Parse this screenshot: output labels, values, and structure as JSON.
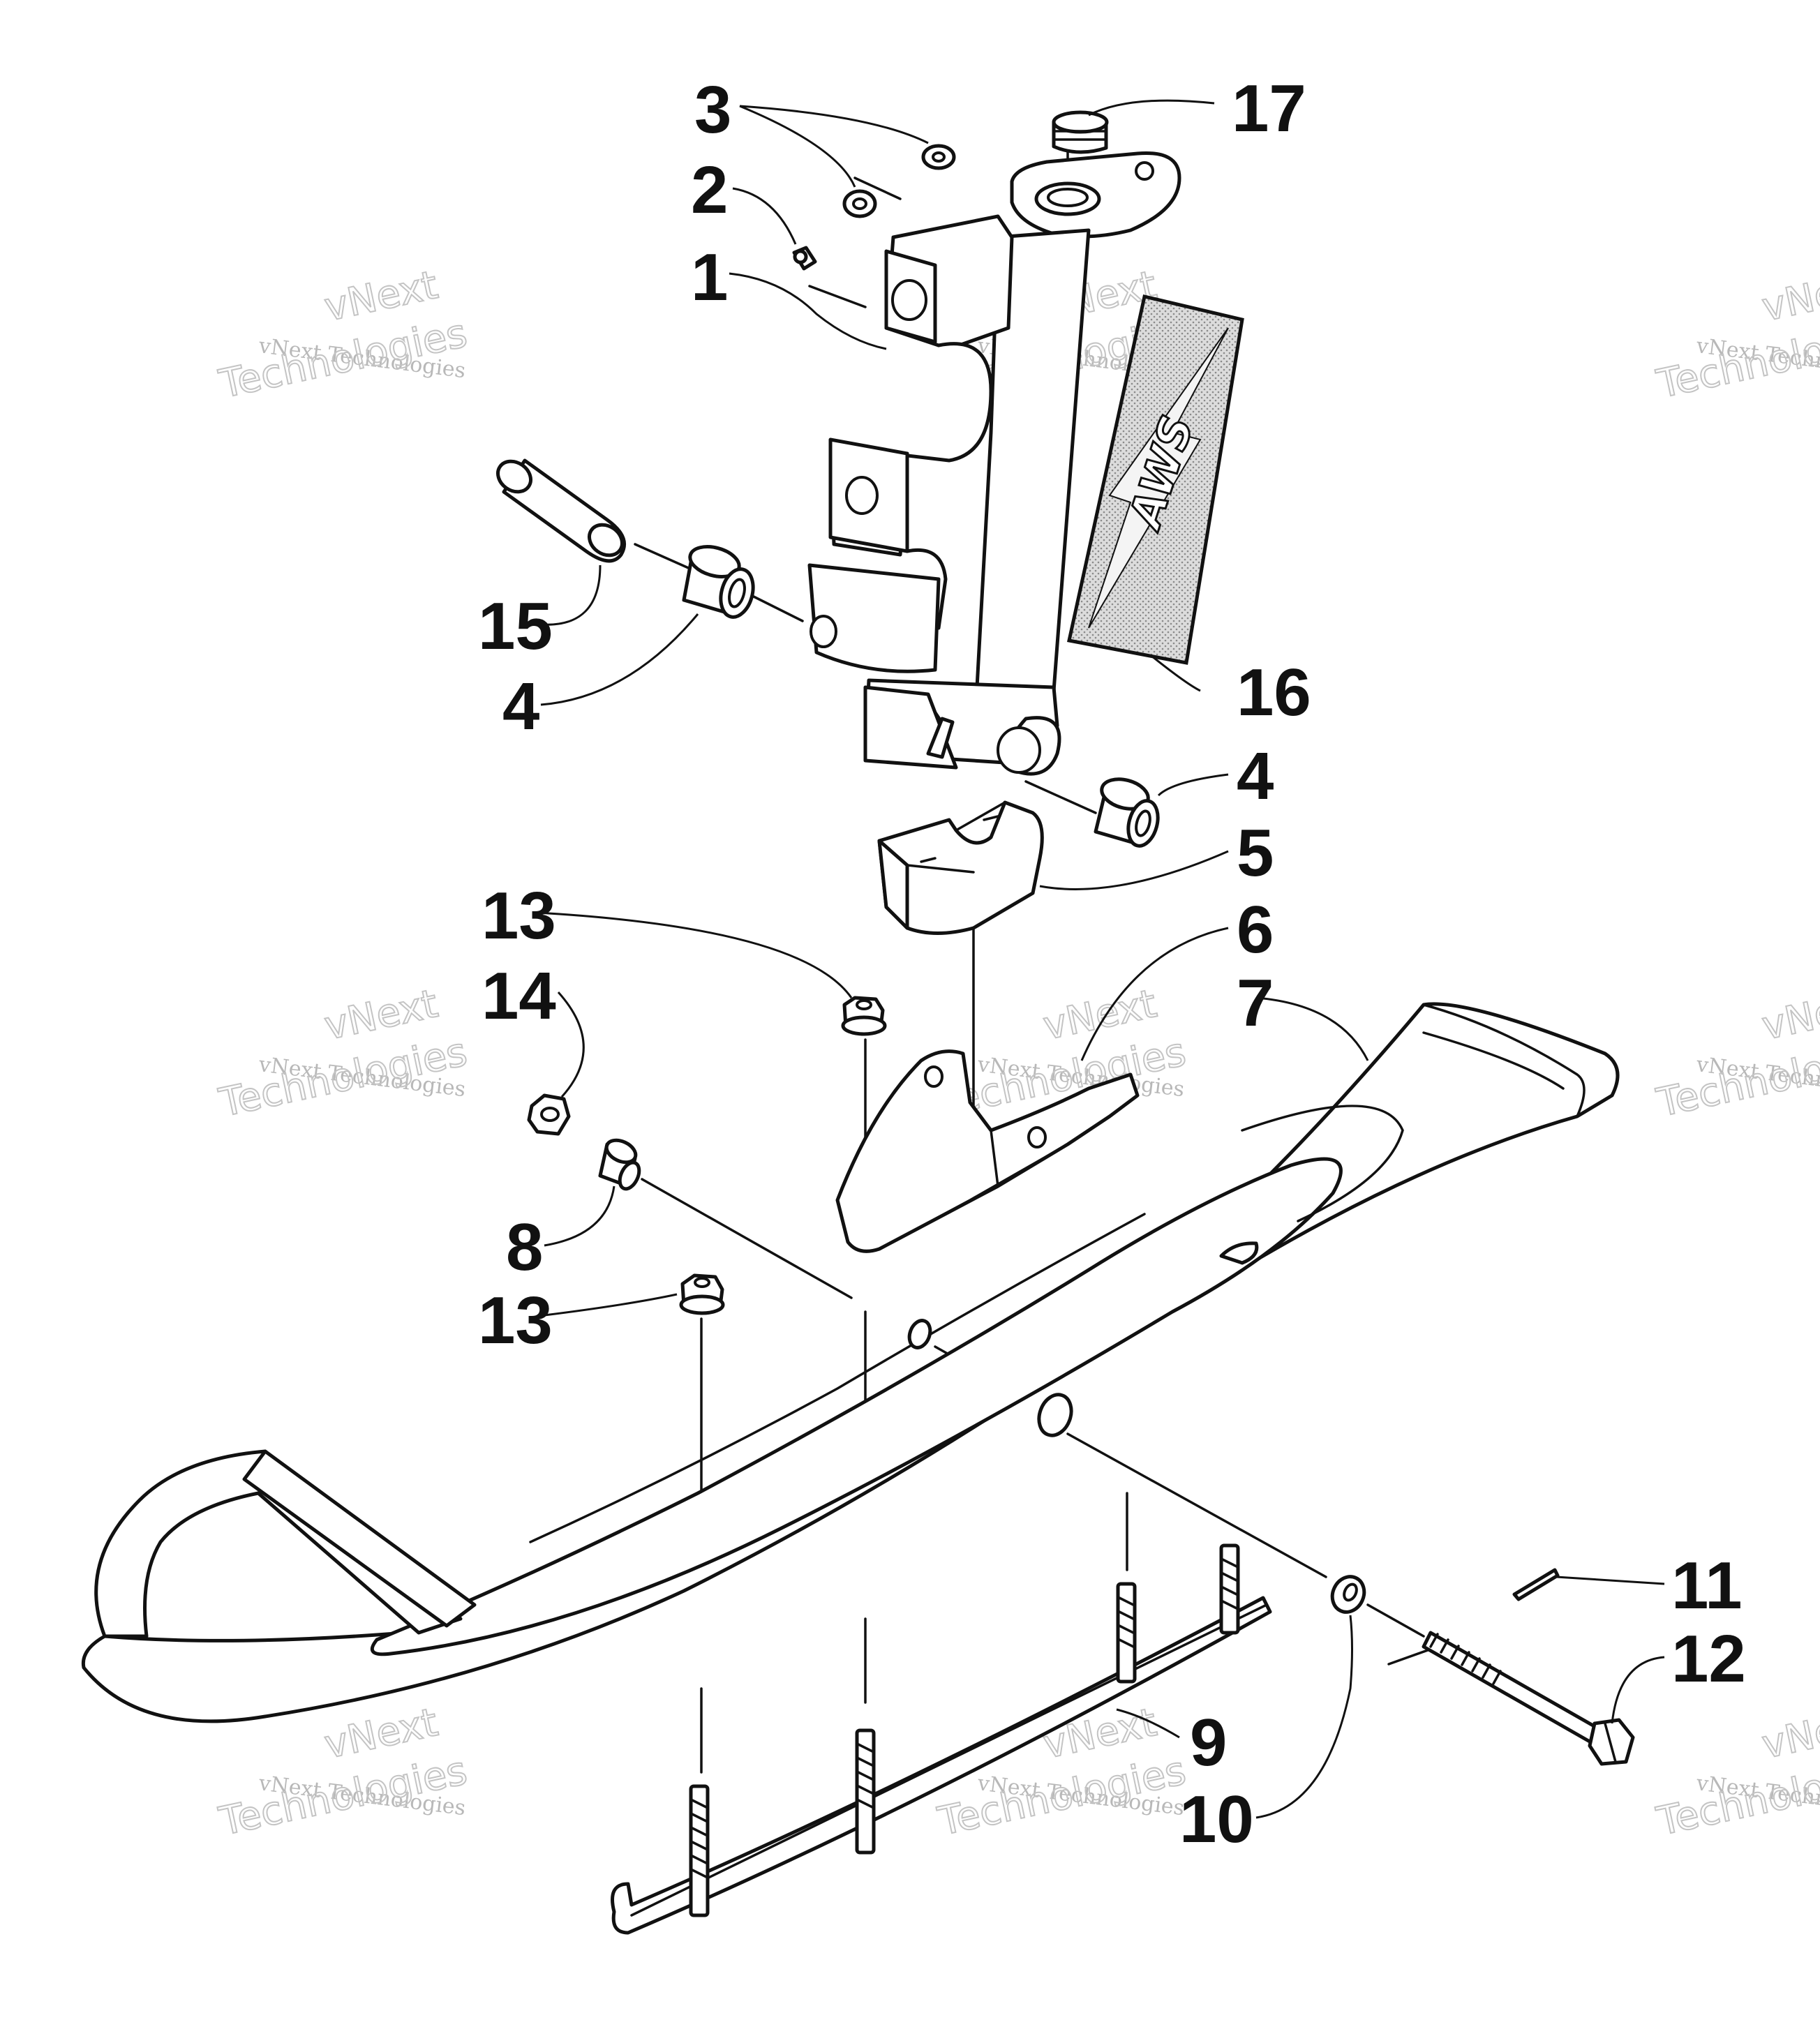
{
  "decal": {
    "text": "AWS"
  },
  "watermark": {
    "line1": "vNext",
    "line2": "vNext Technologies",
    "line3": "Technologies"
  },
  "callouts": [
    {
      "id": "c1",
      "text": "1"
    },
    {
      "id": "c2",
      "text": "2"
    },
    {
      "id": "c3",
      "text": "3"
    },
    {
      "id": "c4a",
      "text": "4"
    },
    {
      "id": "c4b",
      "text": "4"
    },
    {
      "id": "c5",
      "text": "5"
    },
    {
      "id": "c6",
      "text": "6"
    },
    {
      "id": "c7",
      "text": "7"
    },
    {
      "id": "c8",
      "text": "8"
    },
    {
      "id": "c9",
      "text": "9"
    },
    {
      "id": "c10",
      "text": "10"
    },
    {
      "id": "c11",
      "text": "11"
    },
    {
      "id": "c12",
      "text": "12"
    },
    {
      "id": "c13a",
      "text": "13"
    },
    {
      "id": "c13b",
      "text": "13"
    },
    {
      "id": "c14",
      "text": "14"
    },
    {
      "id": "c15",
      "text": "15"
    },
    {
      "id": "c16",
      "text": "16"
    },
    {
      "id": "c17",
      "text": "17"
    }
  ]
}
